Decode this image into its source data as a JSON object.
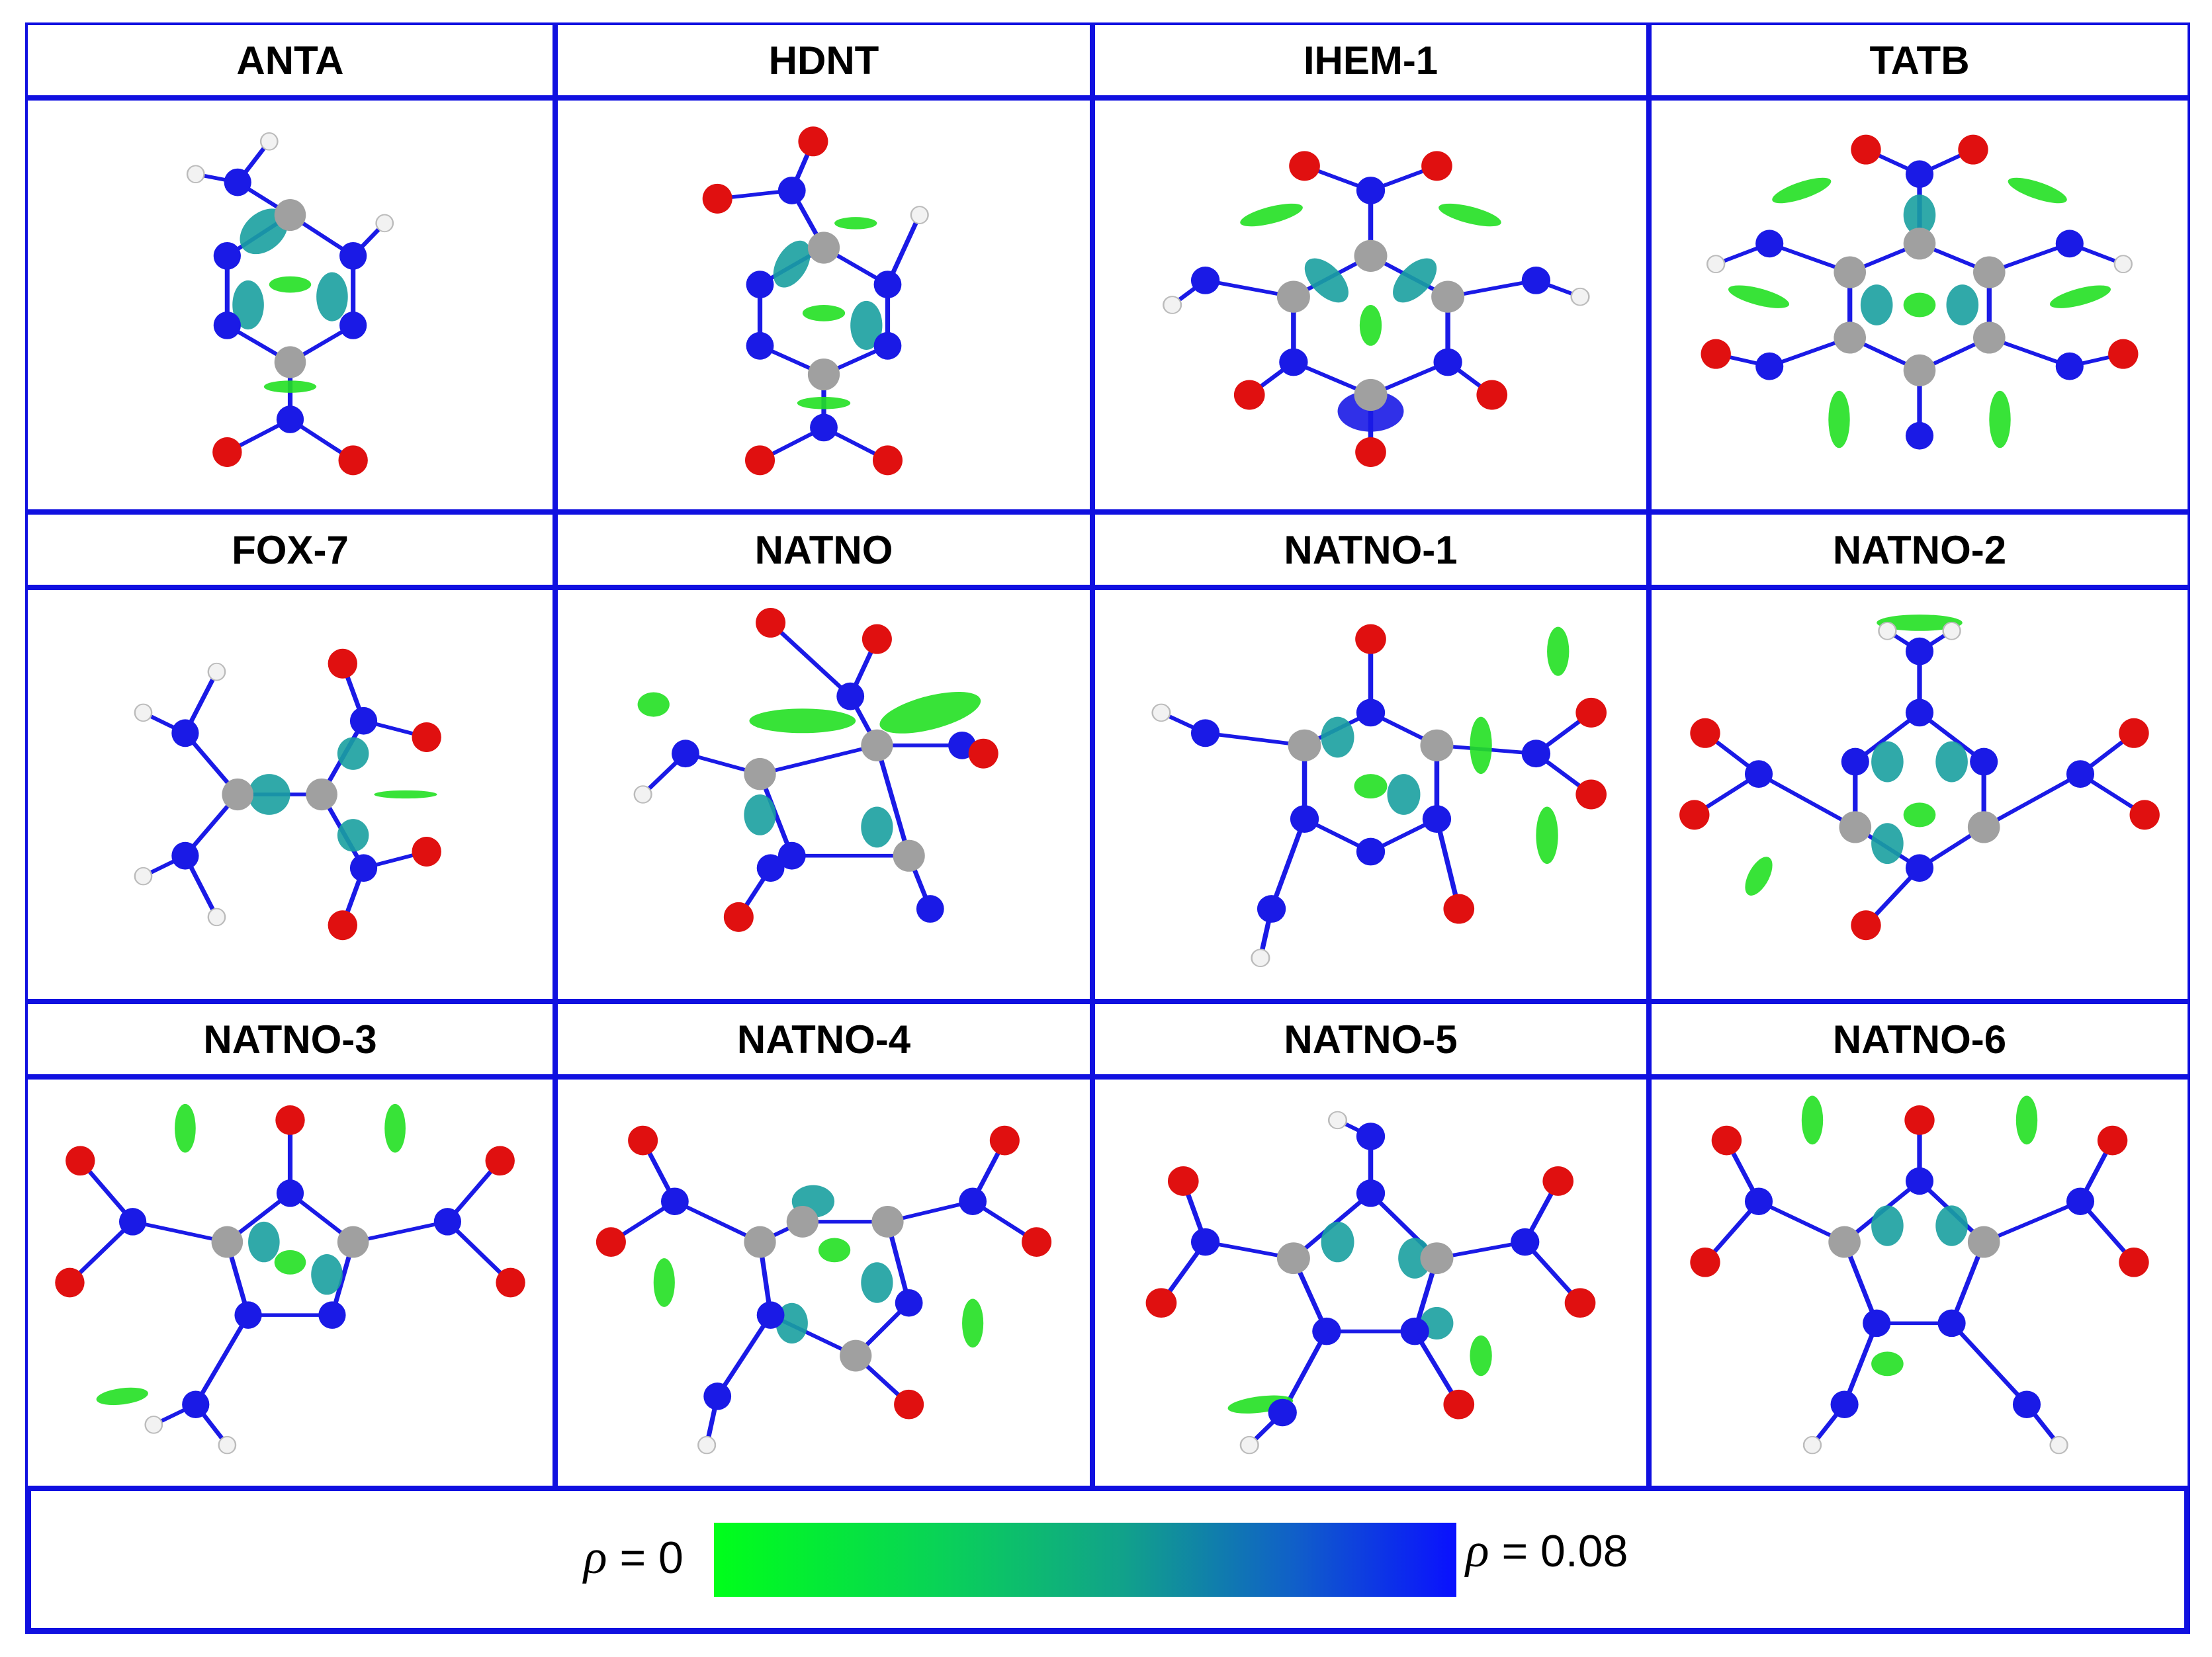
{
  "panels": [
    {
      "title": "ANTA"
    },
    {
      "title": "HDNT"
    },
    {
      "title": "IHEM-1"
    },
    {
      "title": "TATB"
    },
    {
      "title": "FOX-7"
    },
    {
      "title": "NATNO"
    },
    {
      "title": "NATNO-1"
    },
    {
      "title": "NATNO-2"
    },
    {
      "title": "NATNO-3"
    },
    {
      "title": "NATNO-4"
    },
    {
      "title": "NATNO-5"
    },
    {
      "title": "NATNO-6"
    }
  ],
  "legend": {
    "min_symbol": "ρ",
    "min_value": "= 0",
    "max_symbol": "ρ",
    "max_value": "= 0.08",
    "gradient_colors": [
      "#00ff1a",
      "#09d356",
      "#11a28a",
      "#1060c8",
      "#0a10ff"
    ]
  },
  "colors": {
    "border": "#1010e0",
    "nitrogen": "#1a1ae6",
    "oxygen": "#e01010",
    "carbon": "#a0a0a0",
    "hydrogen": "#f2f2f2",
    "isosurface_weak": "#22e022",
    "isosurface_mid": "#1aa0a0"
  }
}
